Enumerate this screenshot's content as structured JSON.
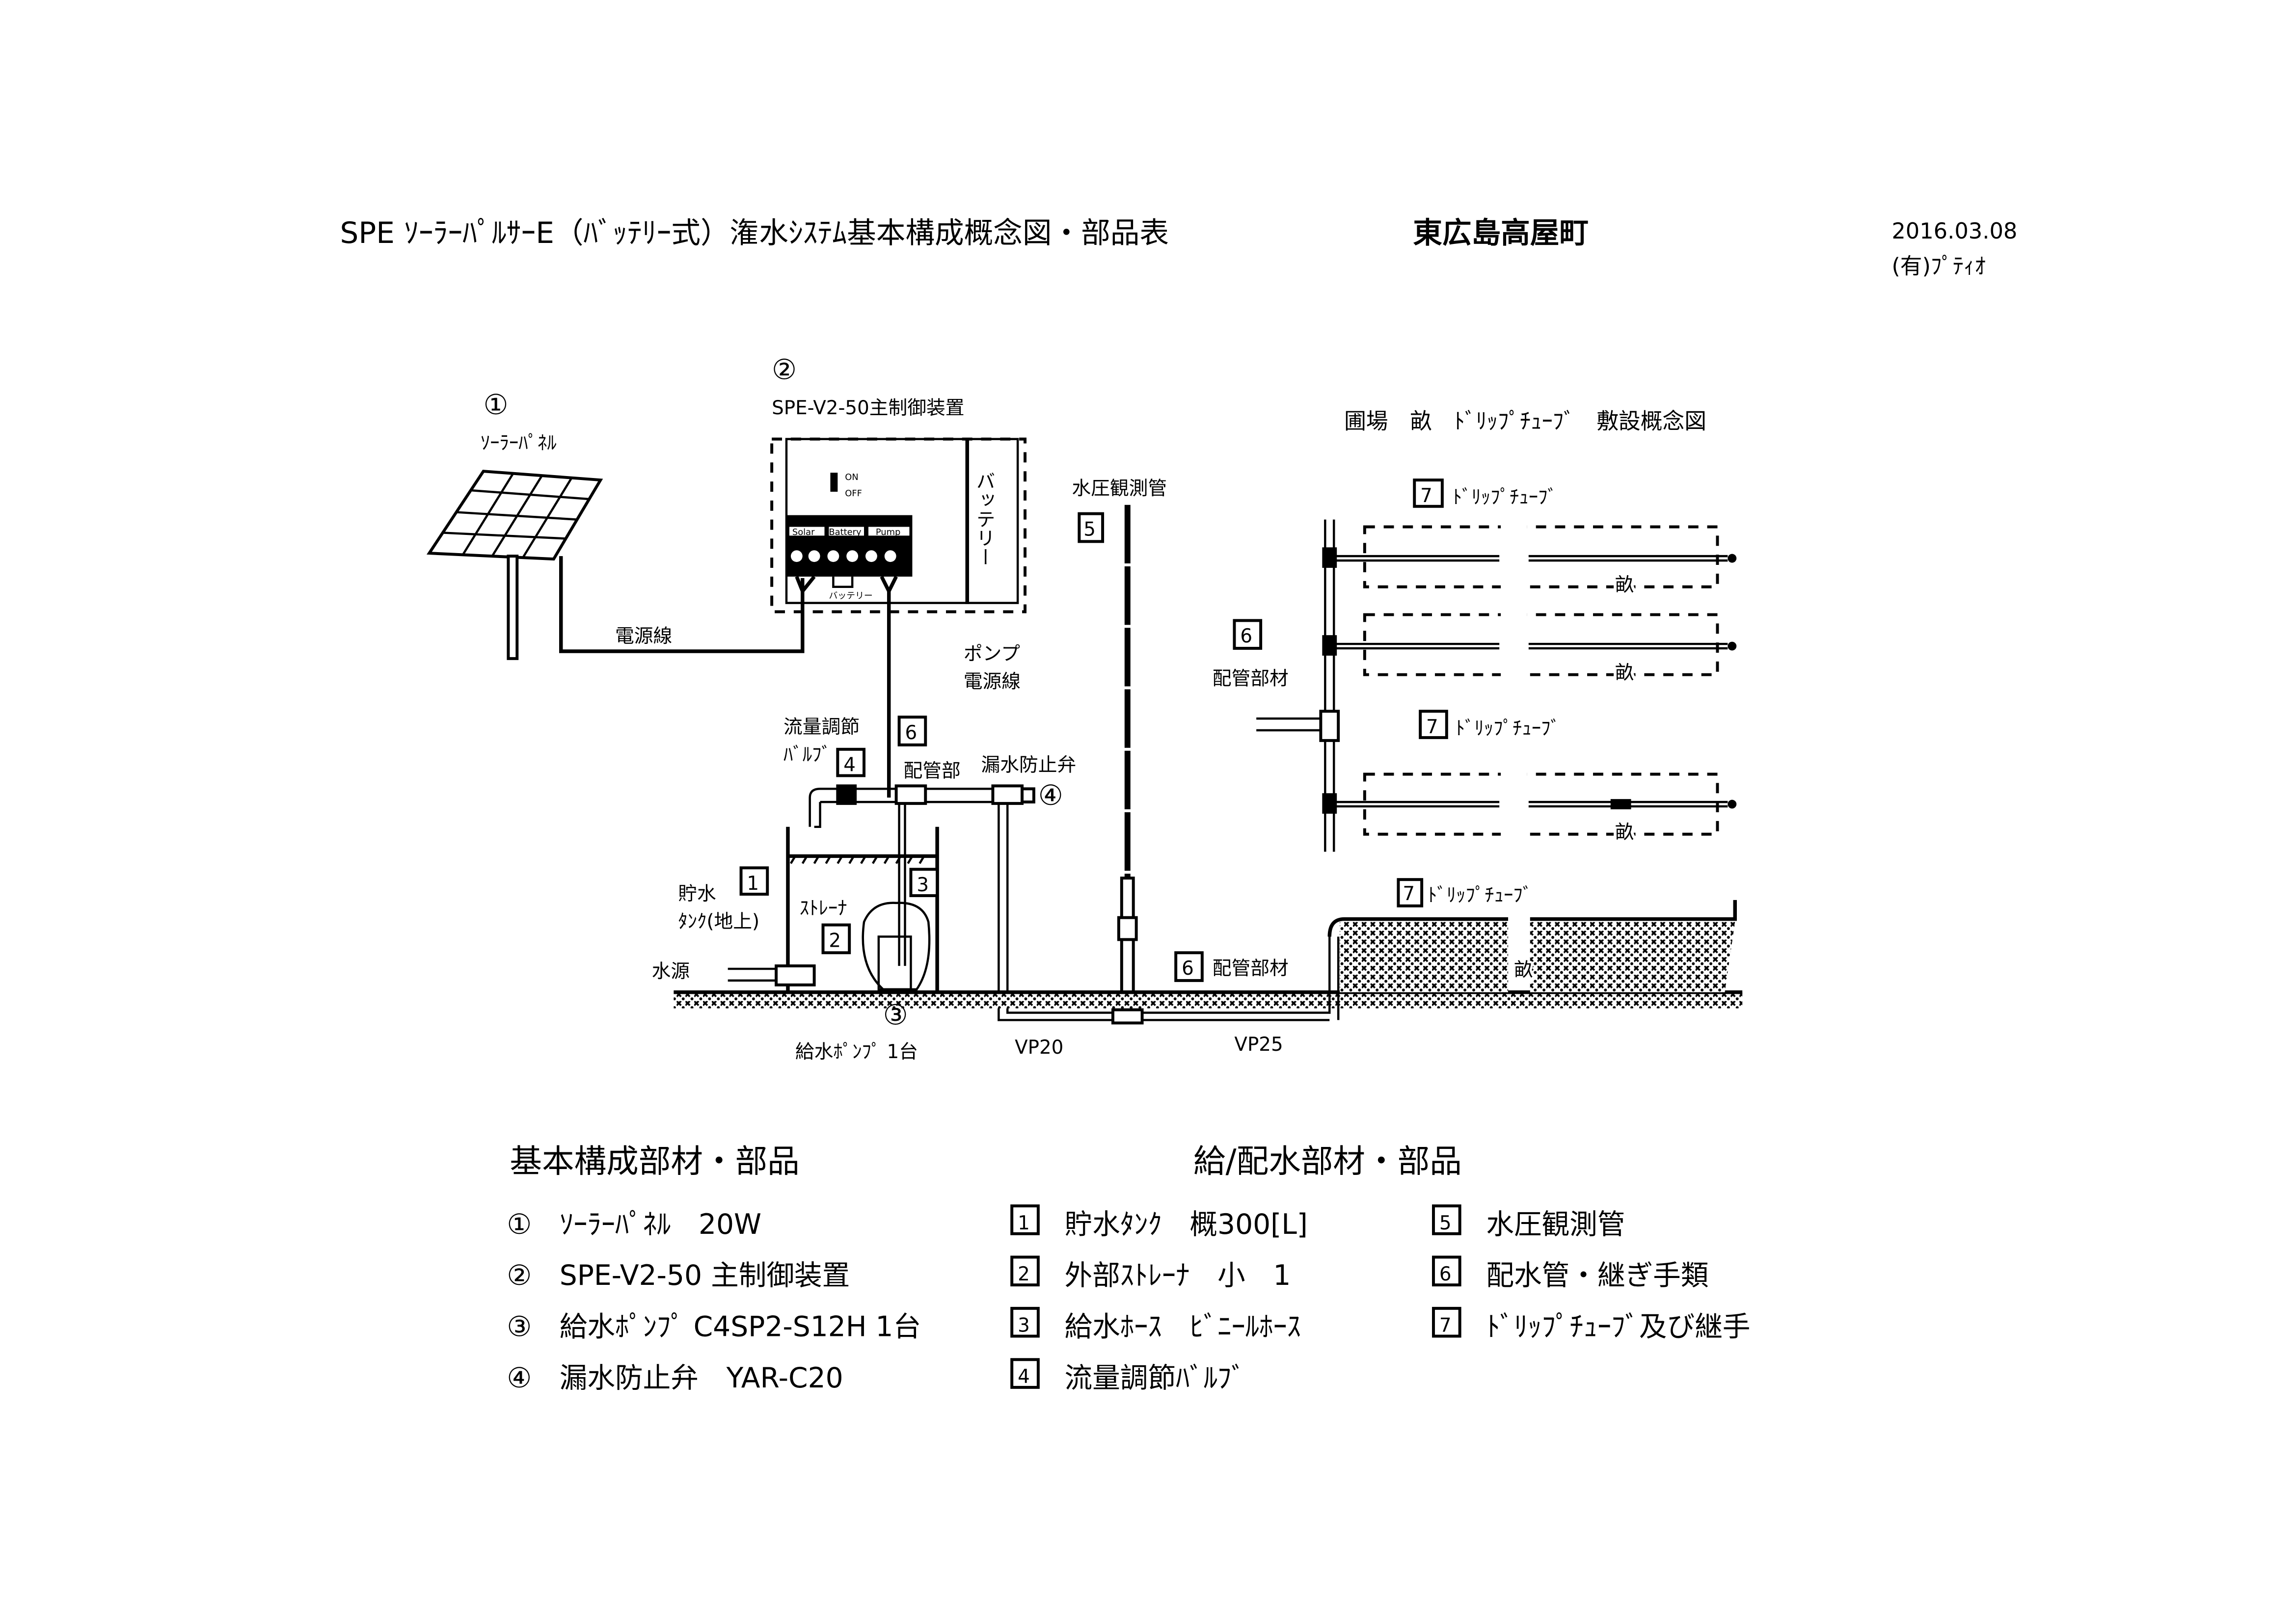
{
  "header": {
    "title": "SPE ｿｰﾗｰﾊﾟﾙｻｰE（ﾊﾞｯﾃﾘｰ式）潅水ｼｽﾃﾑ基本構成概念図・部品表",
    "location": "東広島高屋町",
    "date": "2016.03.08",
    "company": "(有)ﾌﾟﾃｨｵ"
  },
  "diagram": {
    "solar": {
      "num": "①",
      "label": "ｿｰﾗｰﾊﾟﾈﾙ"
    },
    "controller": {
      "num": "②",
      "label": "SPE-V2-50主制御装置",
      "switch_on": "ON",
      "switch_off": "OFF",
      "terminals": [
        "Solar",
        "Battery",
        "Pump"
      ],
      "battery_wire": "バッテリー",
      "battery_box": "バッテリー"
    },
    "power_wire": "電源線",
    "pump_wire": [
      "ポンプ",
      "電源線"
    ],
    "pressure_pipe": {
      "num": "5",
      "label": "水圧観測管"
    },
    "flow_valve": {
      "label1": "流量調節",
      "label2": "ﾊﾞﾙﾌﾞ",
      "num": "4"
    },
    "piping": {
      "num": "6",
      "label": "配管部"
    },
    "leak_valve": {
      "label": "漏水防止弁",
      "num": "④"
    },
    "tank": {
      "label1": "貯水",
      "label2": "ﾀﾝｸ(地上)",
      "num": "1"
    },
    "strainer": {
      "label": "ｽﾄﾚｰﾅ",
      "num": "2"
    },
    "hose_num": "3",
    "water_source": "水源",
    "pump": {
      "num": "③",
      "label": "給水ﾎﾟﾝﾌﾟ 1台"
    },
    "vp20": "VP20",
    "vp25": "VP25",
    "piping_material": {
      "num": "6",
      "label": "配管部材"
    },
    "field": {
      "title": "圃場　畝　ﾄﾞﾘｯﾌﾟﾁｭｰﾌﾞ　敷設概念図",
      "drip_num": "7",
      "drip_label": "ﾄﾞﾘｯﾌﾟﾁｭｰﾌﾞ",
      "ridge": "畝",
      "piping_num": "6",
      "piping_label": "配管部材"
    }
  },
  "parts": {
    "basic_title": "基本構成部材・部品",
    "basic": [
      {
        "num": "①",
        "text": "ｿｰﾗｰﾊﾟﾈﾙ　20W"
      },
      {
        "num": "②",
        "text": "SPE-V2-50 主制御装置"
      },
      {
        "num": "③",
        "text": "給水ﾎﾟﾝﾌﾟ C4SP2-S12H 1台"
      },
      {
        "num": "④",
        "text": "漏水防止弁　YAR-C20"
      }
    ],
    "supply_title": "給/配水部材・部品",
    "supply_a": [
      {
        "num": "1",
        "text": "貯水ﾀﾝｸ　概300[L]"
      },
      {
        "num": "2",
        "text": "外部ｽﾄﾚｰﾅ　小　1"
      },
      {
        "num": "3",
        "text": "給水ﾎｰｽ　ﾋﾞﾆｰﾙﾎｰｽ"
      },
      {
        "num": "4",
        "text": "流量調節ﾊﾞﾙﾌﾞ"
      }
    ],
    "supply_b": [
      {
        "num": "5",
        "text": "水圧観測管"
      },
      {
        "num": "6",
        "text": "配水管・継ぎ手類"
      },
      {
        "num": "7",
        "text": "ﾄﾞﾘｯﾌﾟﾁｭｰﾌﾞ及び継手"
      }
    ]
  }
}
